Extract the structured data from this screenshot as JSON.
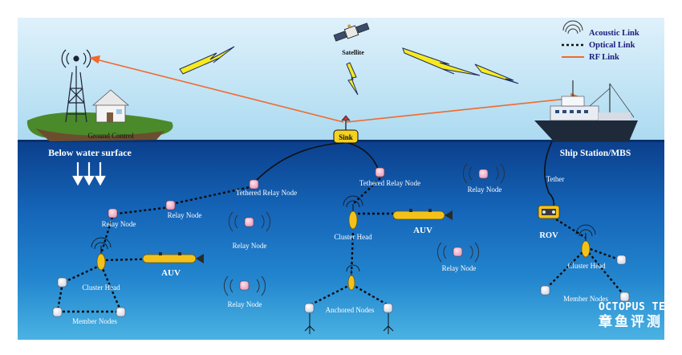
{
  "legend": {
    "acoustic": "Acoustic Link",
    "optical": "Optical Link",
    "rf": "RF Link"
  },
  "labels": {
    "satellite": "Satellite",
    "ground_control": "Ground Control",
    "below_surface": "Below water surface",
    "sink": "Sink",
    "ship_station": "Ship Station/MBS",
    "tether": "Tether",
    "rov": "ROV",
    "tethered_relay_left": "Tethered Relay Node",
    "tethered_relay_right": "Tethered Relay Node",
    "relay_node_a": "Relay Node",
    "relay_node_b": "Relay Node",
    "relay_node_c": "Relay Node",
    "relay_node_d": "Relay Node",
    "relay_node_e": "Relay Node",
    "relay_node_f": "Relay Node",
    "cluster_head_left": "Cluster Head",
    "cluster_head_center": "Cluster Head",
    "cluster_head_right": "Cluster Head",
    "auv_left": "AUV",
    "auv_right": "AUV",
    "member_nodes_left": "Member Nodes",
    "member_nodes_right": "Member Nodes",
    "anchored_nodes": "Anchored Nodes"
  },
  "watermark": {
    "line1": "OCTOPUS TEST",
    "line2": "章鱼评测"
  },
  "colors": {
    "rf_link": "#ef6a2c",
    "optical_link": "#111111",
    "acoustic_link": "#333333",
    "node_pink": "#f3b9cf",
    "auv_yellow": "#f3c21a",
    "sink_yellow": "#f6d21e"
  }
}
